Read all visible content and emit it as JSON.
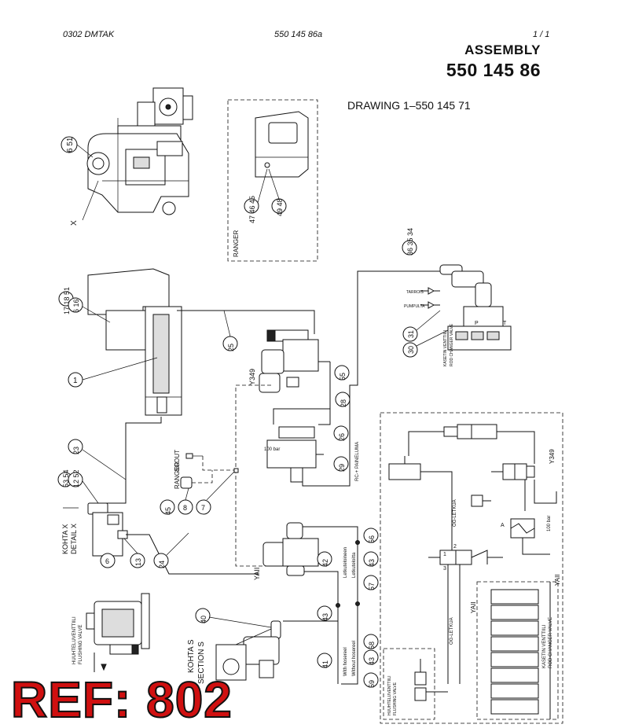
{
  "header": {
    "left": "0302  DMTAK",
    "center": "550 145 86a",
    "right": "1 /  1"
  },
  "title": "ASSEMBLY",
  "number": "550 145 86",
  "drawing_ref": "DRAWING 1–550 145 71",
  "ref_label": "REF: 802",
  "labels": {
    "ranger_box": "RANGER",
    "scout": "SCOUT",
    "ranger": "RANGER",
    "kohta_x": "KOHTA X",
    "detail_x": "DETAIL X",
    "x": "X",
    "kohta_s": "KOHTA S",
    "section_s": "SECTION S",
    "yaii_1": "YAII",
    "yaii_2": "YAII",
    "yaii_3": "YAII",
    "y349_1": "Y349",
    "y349_2": "Y349",
    "letkuteloineen": "Letkuteloineen",
    "letkuteloitta": "Letkuteloitta",
    "with_hosereel": "With hosereel",
    "without_hosereel": "Without hosereel",
    "rc_paineluma": "RC-+ PAINELUMA",
    "hiuhteluventtiili": "HUUHTELUVENTTIILI",
    "flushing_valve": "FLUSHING VALVE",
    "hiuhteluventtiili_2": "HUUHTELUVENTTIILI",
    "flushing_valve_2": "FLUSHING VALVE",
    "kasetinventtiili": "KASETIN VENTTIILI",
    "rod_changer_valve": "ROD CHANGER VALVE",
    "kasetinventtiili_2": "KASETIN VENTTIILI",
    "rod_changer_valve_2": "ROD CHANGER VALVE",
    "tarrois": "TARROIS",
    "pumppu": "PUMPULTA",
    "og_letkua_1": "OG-LETKUA",
    "og_letkua_2": "OG-LETKUA",
    "bar_100a": "100 bar",
    "bar_100b": "100 bar",
    "port_p": "P",
    "port_t": "T",
    "port_a": "A",
    "port_1": "1",
    "port_2": "2",
    "port_3": "3"
  },
  "callouts": {
    "c651": "6 51",
    "c1": "1",
    "c171851": "17 18 51",
    "c616": "6 16",
    "c474645": "47 46 45",
    "c4948": "49 48",
    "c363534": "36 35 34",
    "c31": "31",
    "c30": "30",
    "c25": "25",
    "c55": "55",
    "c28": "28",
    "c26": "26",
    "c29": "29",
    "c23": "23",
    "c5354": "53 54",
    "c1252": "12 52",
    "c45": "45",
    "c8": "8",
    "c7": "7",
    "c6": "6",
    "c13": "13",
    "c24": "24",
    "c56": "56",
    "c42": "42",
    "c43a": "43",
    "c57": "57",
    "c43b": "43",
    "c43c": "43",
    "c41": "41",
    "c58": "58",
    "c59": "59",
    "c40": "40"
  }
}
